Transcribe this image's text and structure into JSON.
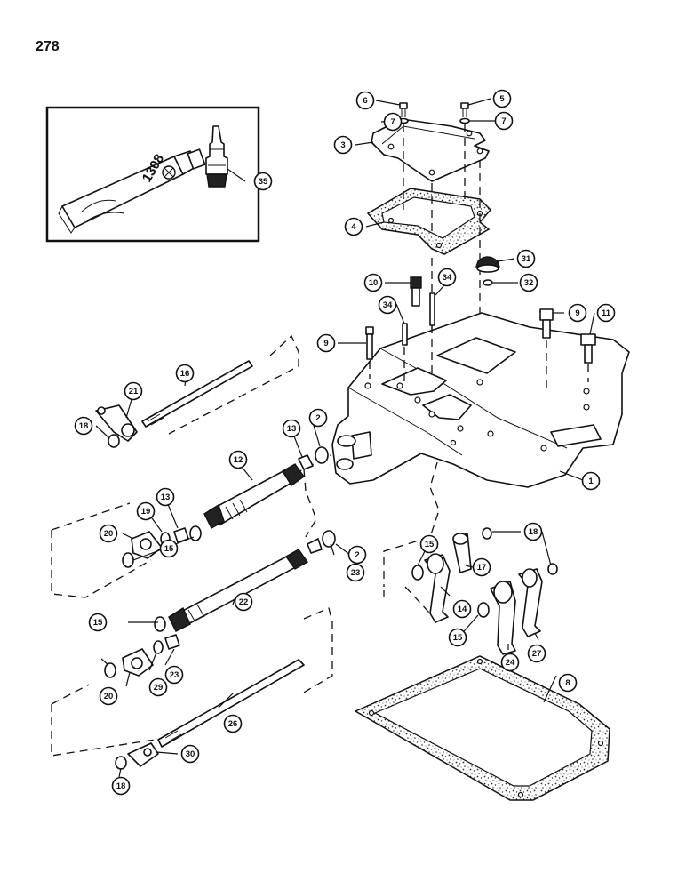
{
  "page": {
    "number": "278"
  },
  "callouts": [
    {
      "label": "1"
    },
    {
      "label": "2"
    },
    {
      "label": "2"
    },
    {
      "label": "3"
    },
    {
      "label": "4"
    },
    {
      "label": "5"
    },
    {
      "label": "6"
    },
    {
      "label": "7"
    },
    {
      "label": "7"
    },
    {
      "label": "8"
    },
    {
      "label": "9"
    },
    {
      "label": "9"
    },
    {
      "label": "10"
    },
    {
      "label": "11"
    },
    {
      "label": "12"
    },
    {
      "label": "13"
    },
    {
      "label": "13"
    },
    {
      "label": "14"
    },
    {
      "label": "15"
    },
    {
      "label": "15"
    },
    {
      "label": "15"
    },
    {
      "label": "15"
    },
    {
      "label": "16"
    },
    {
      "label": "17"
    },
    {
      "label": "18"
    },
    {
      "label": "18"
    },
    {
      "label": "18"
    },
    {
      "label": "19"
    },
    {
      "label": "20"
    },
    {
      "label": "20"
    },
    {
      "label": "21"
    },
    {
      "label": "22"
    },
    {
      "label": "23"
    },
    {
      "label": "23"
    },
    {
      "label": "24"
    },
    {
      "label": "26"
    },
    {
      "label": "27"
    },
    {
      "label": "29"
    },
    {
      "label": "30"
    },
    {
      "label": "31"
    },
    {
      "label": "32"
    },
    {
      "label": "34"
    },
    {
      "label": "34"
    },
    {
      "label": "35"
    }
  ],
  "tube_label": "1308",
  "icons": {
    "sealant_tube": "sealant-tube-icon",
    "applicator_nozzle": "nozzle-icon"
  }
}
